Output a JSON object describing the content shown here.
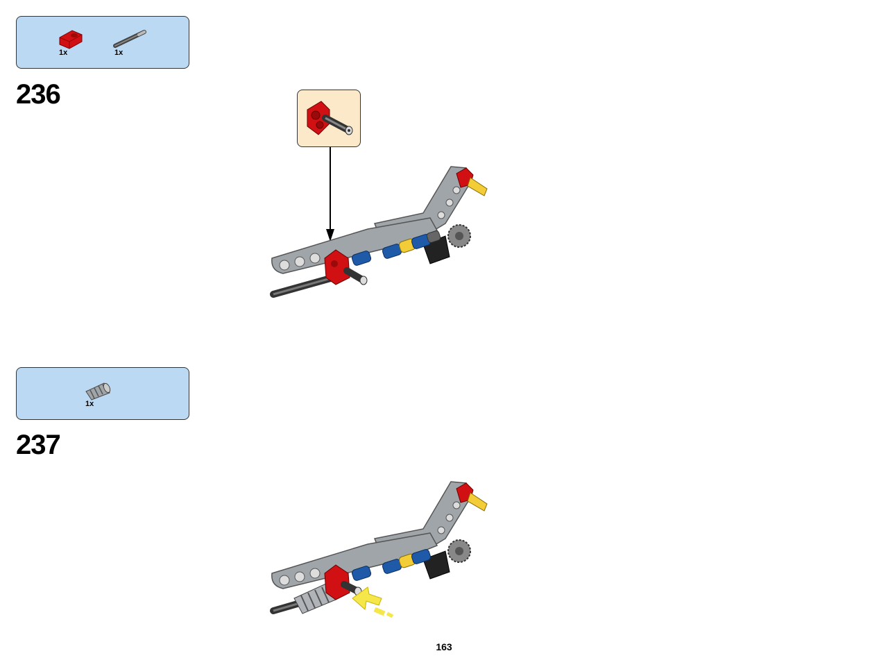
{
  "steps": [
    {
      "number": "236",
      "parts": [
        {
          "name": "red cross-axle connector",
          "icon": "red-connector-icon",
          "quantity": "1x"
        },
        {
          "name": "grey axle",
          "icon": "grey-axle-icon",
          "quantity": "1x"
        }
      ],
      "callout": true
    },
    {
      "number": "237",
      "parts": [
        {
          "name": "grey worm gear",
          "icon": "worm-gear-icon",
          "quantity": "1x"
        }
      ],
      "callout": false
    }
  ],
  "page_number": "163",
  "colors": {
    "parts_box_bg": "#bcd9f3",
    "callout_bg": "#fbe9c9",
    "lego_red": "#d01012",
    "lego_grey": "#a0a5a9",
    "lego_blue": "#1e5aa8",
    "lego_yellow": "#f2cd37",
    "lego_black": "#222222"
  }
}
